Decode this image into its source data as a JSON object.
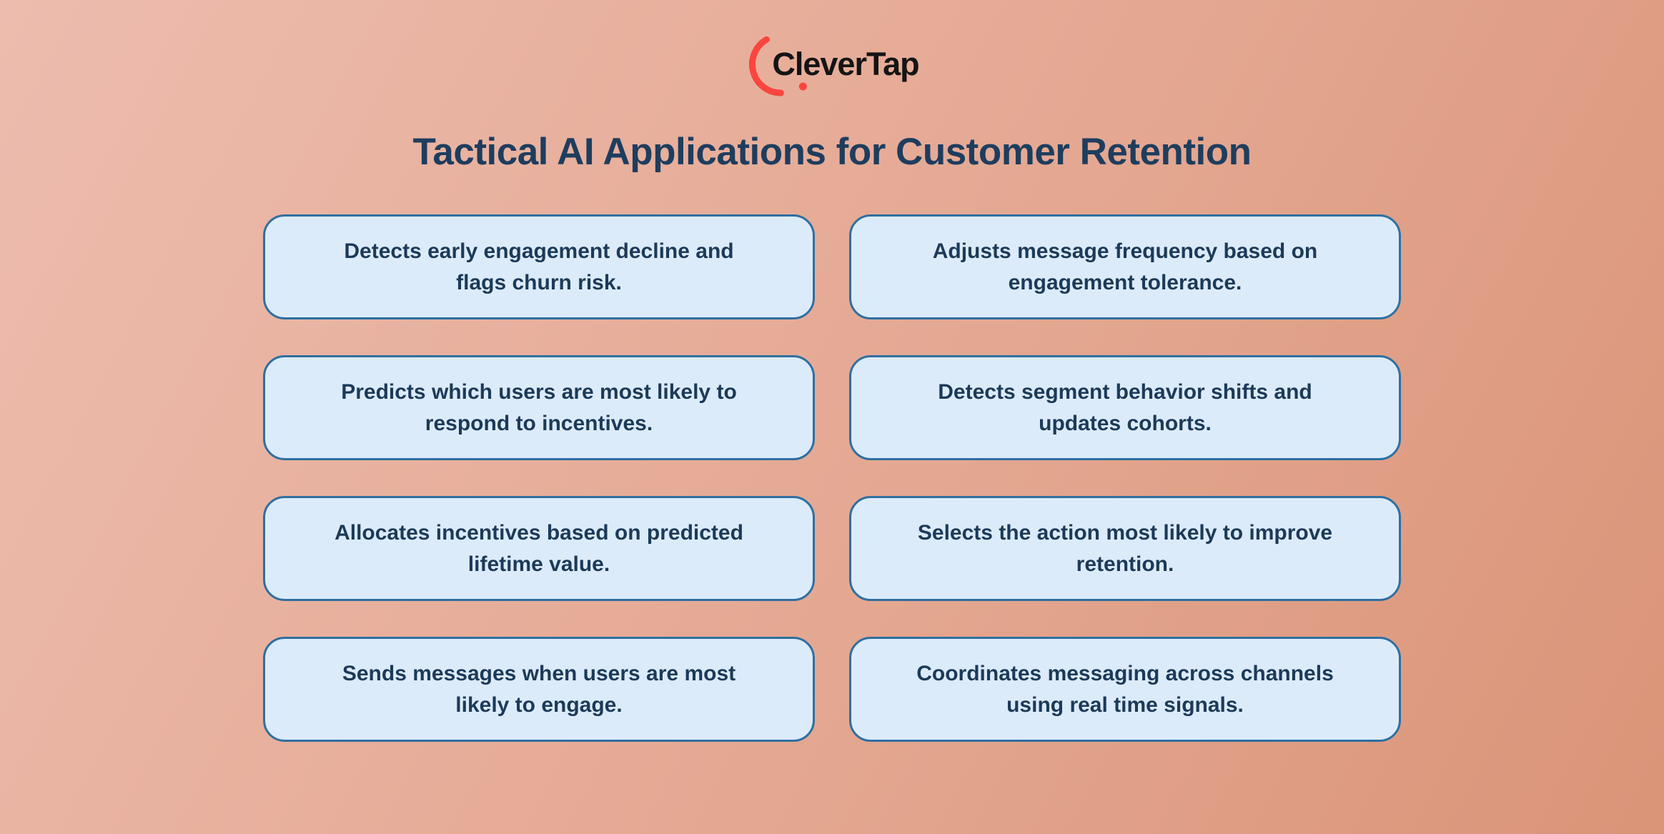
{
  "logo": {
    "brand": "CleverTap"
  },
  "title": {
    "text": "Tactical AI Applications for Customer Retention"
  },
  "cards": [
    {
      "line1": "Detects early engagement decline and",
      "line2": "flags churn risk."
    },
    {
      "line1": "Adjusts message frequency based on",
      "line2": "engagement tolerance."
    },
    {
      "line1": "Predicts which users are most likely to",
      "line2": "respond to incentives."
    },
    {
      "line1": "Detects segment behavior shifts and",
      "line2": "updates cohorts."
    },
    {
      "line1": "Allocates incentives based on predicted",
      "line2": "lifetime value."
    },
    {
      "line1": "Selects the action most likely to improve",
      "line2": "retention."
    },
    {
      "line1": "Sends messages when users are most",
      "line2": "likely to engage."
    },
    {
      "line1": "Coordinates messaging across channels",
      "line2": "using real time signals."
    }
  ],
  "colors": {
    "background_top_left": "#EDBCAE",
    "background_bottom_right": "#DA9478",
    "card_fill": "#DCEBFA",
    "card_border": "#2F6FA0",
    "card_text": "#1C3A58",
    "title_text": "#1E3D5E",
    "logo_arc": "#F8463E",
    "logo_text": "#141414"
  }
}
